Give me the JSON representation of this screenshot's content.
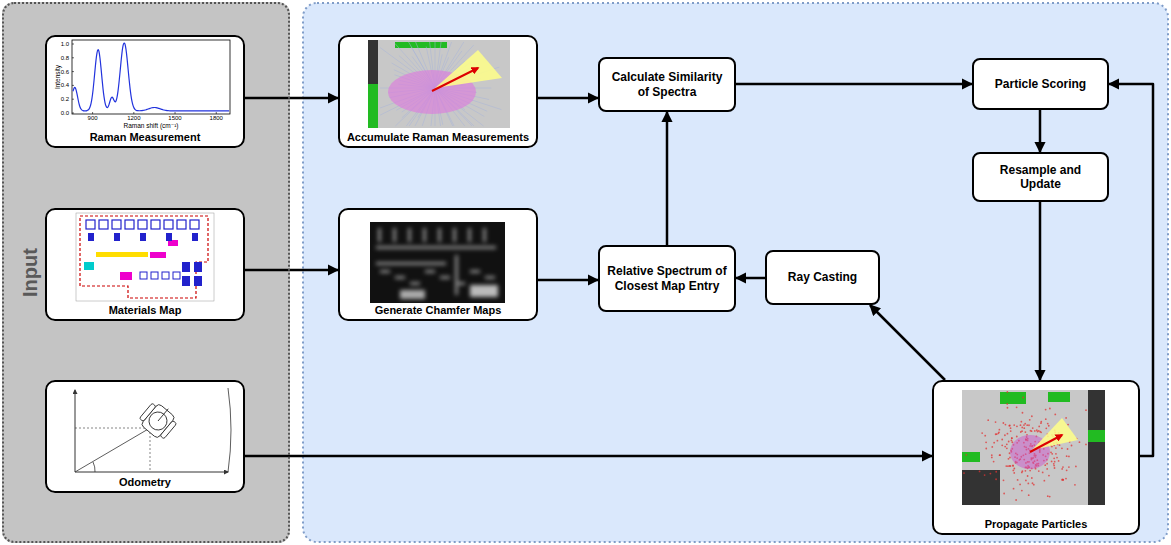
{
  "diagram": {
    "nodes": [
      {
        "text": [
          "Input"
        ]
      },
      {
        "text": [
          "Raman Measurement"
        ],
        "in": 0
      },
      {
        "text": [
          "Materials Map"
        ],
        "in": 0
      },
      {
        "text": [
          "Odometry"
        ],
        "in": 0
      },
      {
        "text": [
          "Accumulate Raman Measurements"
        ]
      },
      {
        "text": [
          "Generate Chamfer Maps"
        ]
      },
      {
        "text": [
          "Calculate Similarity of Spectra"
        ]
      },
      {
        "text": [
          "Relative Spectrum of Closest Map Entry"
        ]
      },
      {
        "text": [
          "Ray Casting"
        ]
      },
      {
        "text": [
          "Particle Scoring"
        ]
      },
      {
        "text": [
          "Resample and Update"
        ]
      },
      {
        "text": [
          "Propagate Particles"
        ]
      }
    ],
    "edges": [
      {
        "from": 1,
        "to": 4,
        "arrow": "to"
      },
      {
        "from": 2,
        "to": 5,
        "arrow": "to"
      },
      {
        "from": 3,
        "to": 11,
        "arrow": "to"
      },
      {
        "from": 4,
        "to": 6,
        "arrow": "to"
      },
      {
        "from": 5,
        "to": 7,
        "arrow": "to"
      },
      {
        "from": 7,
        "to": 6,
        "arrow": "to"
      },
      {
        "from": 8,
        "to": 7,
        "arrow": "to"
      },
      {
        "from": 11,
        "to": 8,
        "arrow": "to"
      },
      {
        "from": 6,
        "to": 9,
        "arrow": "to"
      },
      {
        "from": 9,
        "to": 10,
        "arrow": "to"
      },
      {
        "from": 10,
        "to": 11,
        "arrow": "to"
      },
      {
        "from": 11,
        "to": 9,
        "arrow": "to"
      }
    ],
    "labels": [
      "Intensity",
      "Raman shift (cm⁻¹)",
      "0.0",
      "0.2",
      "0.4",
      "0.6",
      "0.8",
      "1.0",
      "900",
      "1200",
      "1500",
      "1800"
    ]
  }
}
